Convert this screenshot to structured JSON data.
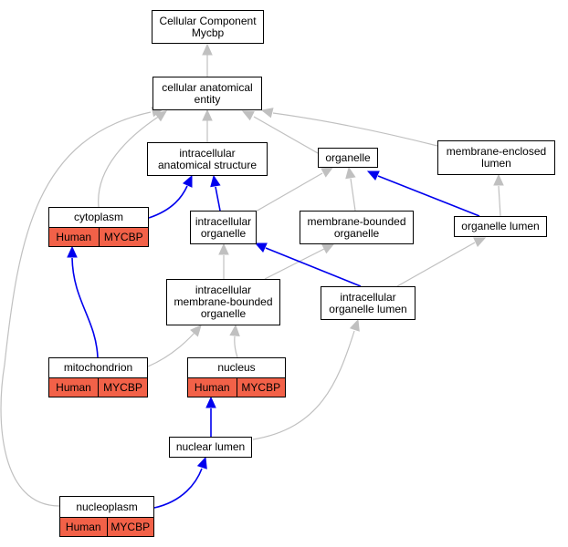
{
  "colors": {
    "is_a_edge": "#c0c0c0",
    "part_of_edge": "#0000ee",
    "annotation_fill": "#f26148"
  },
  "nodes": {
    "cc_mycbp": {
      "line1": "Cellular Component",
      "line2": "Mycbp"
    },
    "cae": {
      "line1": "cellular anatomical",
      "line2": "entity"
    },
    "ias": {
      "line1": "intracellular",
      "line2": "anatomical structure"
    },
    "organelle": {
      "line1": "organelle"
    },
    "mel": {
      "line1": "membrane-enclosed",
      "line2": "lumen"
    },
    "cytoplasm": {
      "line1": "cytoplasm",
      "species": "Human",
      "gene": "MYCBP"
    },
    "io": {
      "line1": "intracellular",
      "line2": "organelle"
    },
    "mbo": {
      "line1": "membrane-bounded",
      "line2": "organelle"
    },
    "ol": {
      "line1": "organelle lumen"
    },
    "imbo": {
      "line1": "intracellular",
      "line2": "membrane-bounded",
      "line3": "organelle"
    },
    "iol": {
      "line1": "intracellular",
      "line2": "organelle lumen"
    },
    "mito": {
      "line1": "mitochondrion",
      "species": "Human",
      "gene": "MYCBP"
    },
    "nucleus": {
      "line1": "nucleus",
      "species": "Human",
      "gene": "MYCBP"
    },
    "nl": {
      "line1": "nuclear lumen"
    },
    "np": {
      "line1": "nucleoplasm",
      "species": "Human",
      "gene": "MYCBP"
    }
  }
}
